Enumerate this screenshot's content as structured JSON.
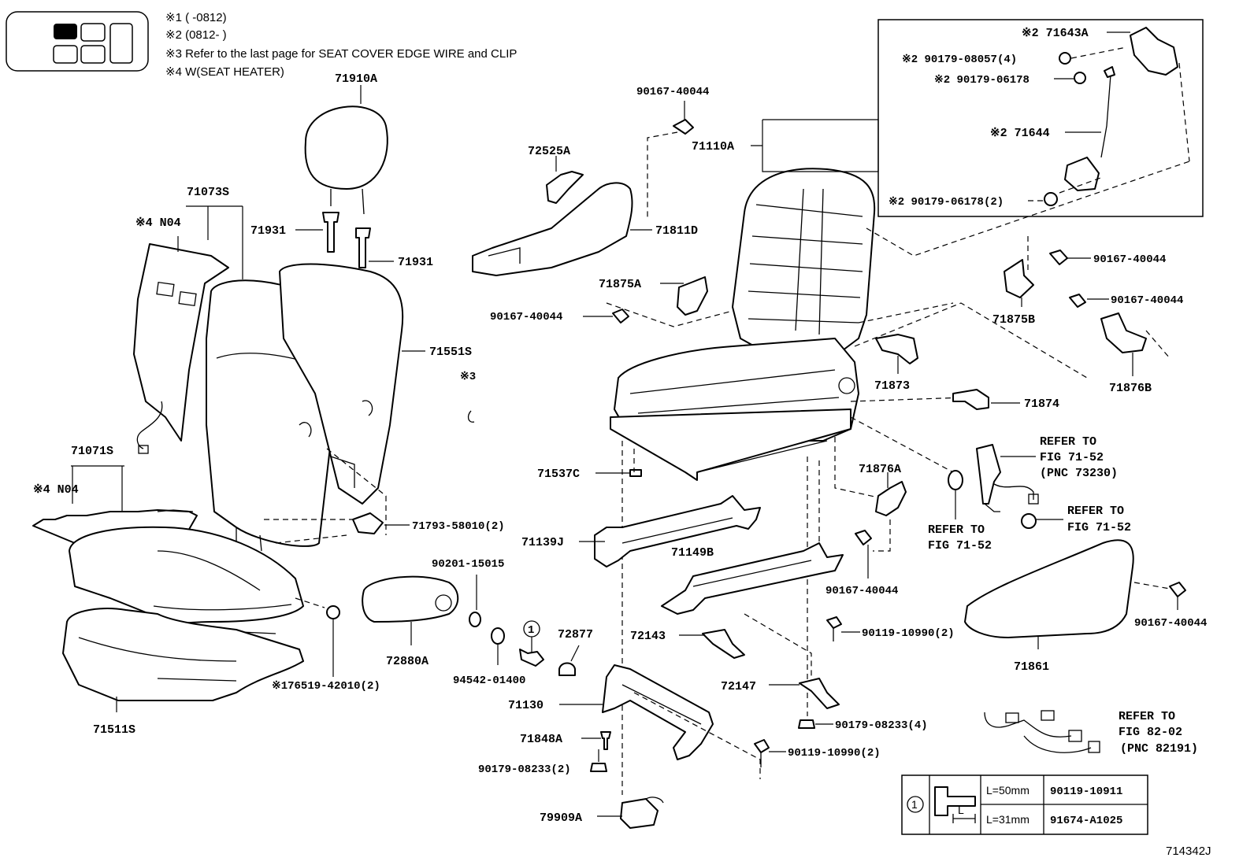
{
  "notes": [
    "※1 (      -0812)",
    "※2 (0812-      )",
    "※3 Refer to the last page for SEAT COVER EDGE WIRE and CLIP",
    "※4 W(SEAT HEATER)"
  ],
  "labels": {
    "p71910A": "71910A",
    "p71073S": "71073S",
    "n04_top": "※4 N04",
    "p71931a": "71931",
    "p71931b": "71931",
    "p71551S": "71551S",
    "note3": "※3",
    "p71071S": "71071S",
    "n04_bot": "※4 N04",
    "p71511S": "71511S",
    "p76519": "※176519-42010(2)",
    "p71793": "71793-58010(2)",
    "p90201": "90201-15015",
    "p72880A": "72880A",
    "p94542": "94542-01400",
    "p72877": "72877",
    "circ1": "1",
    "p72525A": "72525A",
    "p90167_a": "90167-40044",
    "p71110A": "71110A",
    "p71811D": "71811D",
    "p71875A": "71875A",
    "p90167_b": "90167-40044",
    "p71537C": "71537C",
    "p71139J": "71139J",
    "p71149B": "71149B",
    "p72143": "72143",
    "p72147": "72147",
    "p71130": "71130",
    "p71848A": "71848A",
    "p90179_08233_2": "90179-08233(2)",
    "p79909A": "79909A",
    "p90119_a": "90119-10990(2)",
    "p90179_08233_4": "90179-08233(4)",
    "p90119_b": "90119-10990(2)",
    "p90167_c": "90167-40044",
    "p71876A": "71876A",
    "p71873": "71873",
    "p71874": "71874",
    "p71875B": "71875B",
    "p71876B": "71876B",
    "p90167_d": "90167-40044",
    "p90167_e": "90167-40044",
    "p90167_f": "90167-40044",
    "p71861": "71861",
    "p71643A": "※2 71643A",
    "p90179_08057": "※2 90179-08057(4)",
    "p90179_06178": "※2 90179-06178",
    "p71644": "※2 71644",
    "p90179_06178_2": "※2 90179-06178(2)",
    "ref1_a": "REFER TO",
    "ref1_b": "FIG 71-52",
    "ref1_c": "(PNC 73230)",
    "ref2_a": "REFER TO",
    "ref2_b": "FIG 71-52",
    "ref3_a": "REFER TO",
    "ref3_b": "FIG 71-52",
    "ref4_a": "REFER TO",
    "ref4_b": "FIG 82-02",
    "ref4_c": "(PNC 82191)",
    "fig_id": "714342J"
  },
  "bolt_table": {
    "circle": "1",
    "rows": [
      {
        "length": "L=50mm",
        "part": "90119-10911"
      },
      {
        "length": "L=31mm",
        "part": "91674-A1025"
      }
    ],
    "dim_label": "L"
  }
}
